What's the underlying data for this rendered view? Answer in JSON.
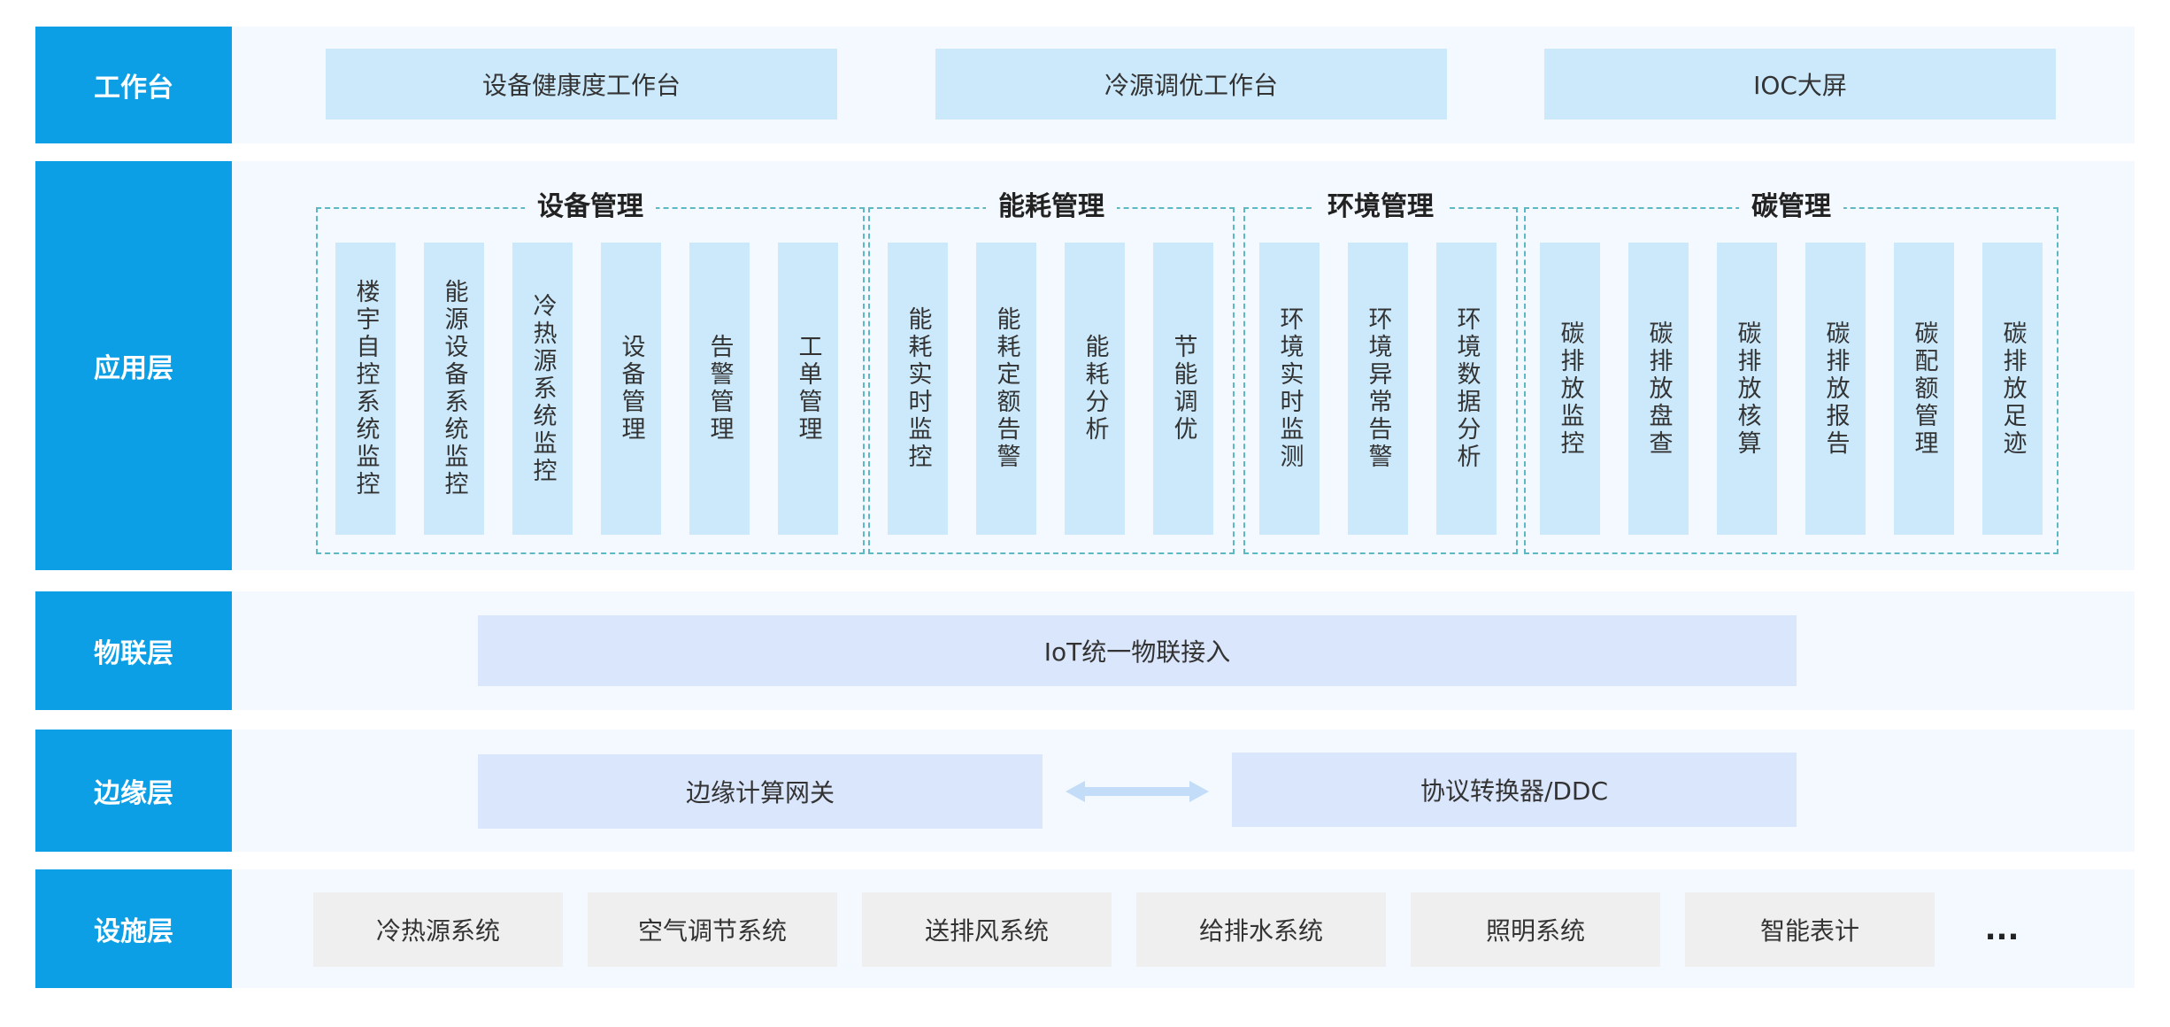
{
  "layers": {
    "workbench": {
      "label": "工作台",
      "items": [
        "设备健康度工作台",
        "冷源调优工作台",
        "IOC大屏"
      ]
    },
    "application": {
      "label": "应用层",
      "groups": [
        {
          "title": "设备管理",
          "items": [
            "楼宇自控系统监控",
            "能源设备系统监控",
            "冷热源系统监控",
            "设备管理",
            "告警管理",
            "工单管理"
          ]
        },
        {
          "title": "能耗管理",
          "items": [
            "能耗实时监控",
            "能耗定额告警",
            "能耗分析",
            "节能调优"
          ]
        },
        {
          "title": "环境管理",
          "items": [
            "环境实时监测",
            "环境异常告警",
            "环境数据分析"
          ]
        },
        {
          "title": "碳管理",
          "items": [
            "碳排放监控",
            "碳排放盘查",
            "碳排放核算",
            "碳排放报告",
            "碳配额管理",
            "碳排放足迹"
          ]
        }
      ]
    },
    "iot": {
      "label": "物联层",
      "item": "IoT统一物联接入"
    },
    "edge": {
      "label": "边缘层",
      "left": "边缘计算网关",
      "right": "协议转换器/DDC"
    },
    "facility": {
      "label": "设施层",
      "items": [
        "冷热源系统",
        "空气调节系统",
        "送排风系统",
        "给排水系统",
        "照明系统",
        "智能表计"
      ],
      "more": "..."
    }
  },
  "colors": {
    "label_bg": "#0c9fe6",
    "panel_bg": "#f3f9fe",
    "chip_bg": "#cbe9fb",
    "iot_bg": "#dae6fc",
    "facility_bg": "#efefef",
    "dash": "#5cb8c2"
  }
}
